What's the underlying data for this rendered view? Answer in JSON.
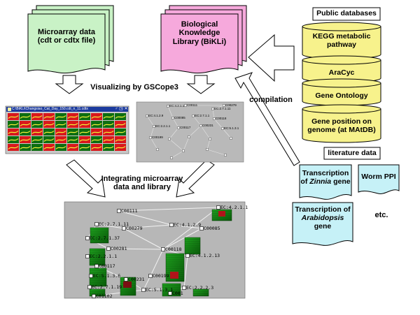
{
  "documents": {
    "microarray": {
      "line1": "Microarray data",
      "line2": "(cdt or cdtx file)",
      "fill": "#c9f2c6"
    },
    "bikli": {
      "line1": "Biological",
      "line2": "Knowledge",
      "line3": "Library (BiKLi)",
      "fill": "#f6a9dc"
    }
  },
  "flow_labels": {
    "visualizing": "Visualizing by GSCope3",
    "integrating_1": "Integrating microarray",
    "integrating_2": "data and library",
    "compilation": "compilation"
  },
  "public_databases": {
    "title": "Public databases",
    "fill": "#f7f28c",
    "items": [
      {
        "line1": "KEGG metabolic",
        "line2": "pathway"
      },
      {
        "line1": "AraCyc",
        "line2": ""
      },
      {
        "line1": "Gene Ontology",
        "line2": ""
      },
      {
        "line1": "Gene position on",
        "line2": "genome (at  MAtDB)"
      }
    ]
  },
  "literature": {
    "title": "literature data",
    "fill": "#c6f1f7",
    "zinnia": {
      "line1": "Transcription",
      "line2_prefix": "of ",
      "line2_italic": "Zinnia",
      "line2_suffix": " gene"
    },
    "worm": "Worm PPI",
    "arabidopsis": {
      "line1": "Transcription of",
      "line2_italic": "Arabidopsis",
      "line3": "gene"
    },
    "etc": "etc."
  },
  "gscope_window": {
    "title": "C:\\BiKLi\\Changsiao_Cat_Day_150.cdt_n_11.cdtx",
    "controls": "♂ ◳ ✕"
  },
  "network_thumb_labels": [
    "EC:4.2.1.1",
    "C00111",
    "EC:2.7.1.11",
    "C00279",
    "EC:4.1.2.9",
    "C00085",
    "EC:2.7.1.1",
    "C00118",
    "EC:2.2.1.1",
    "C00117",
    "C00231",
    "EC:5.1.3.1",
    "C00199"
  ],
  "network_big": {
    "nodes": [
      "C00111",
      "EC:4.1.2.9",
      "C00085",
      "EC:2.7.1.11",
      "C00279",
      "EC:2.7.1.37",
      "C00281",
      "EC:2.2.1.1",
      "C00117",
      "EC:5.1.3.6",
      "C00118",
      "EC:4.1.2.13",
      "EC:2.7.1.19",
      "C01102",
      "C00199",
      "C00231",
      "EC:5.1.3.1",
      "EC:2.2.2.3",
      "C001",
      "EC:4.2.1.1"
    ]
  }
}
